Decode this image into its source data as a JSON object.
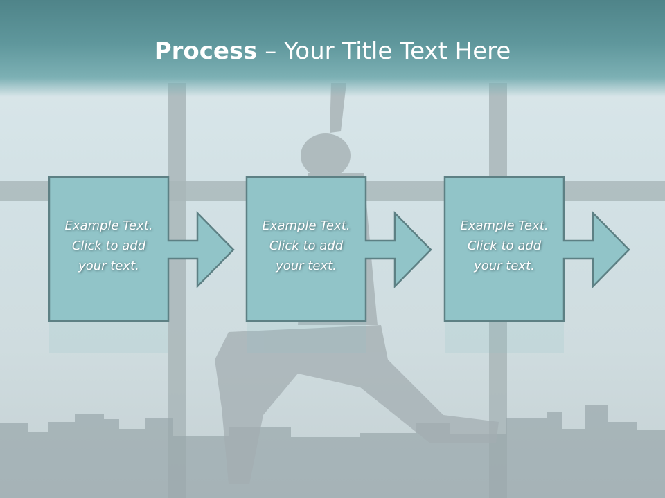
{
  "slide": {
    "title_bold": "Process",
    "title_rest": " – Your Title Text Here"
  },
  "steps": [
    {
      "line1": "Example Text.",
      "line2": "Click  to add",
      "line3": "your text."
    },
    {
      "line1": "Example Text.",
      "line2": "Click  to add",
      "line3": "your text."
    },
    {
      "line1": "Example Text.",
      "line2": "Click  to add",
      "line3": "your text."
    }
  ],
  "colors": {
    "title_band": "#5f979c",
    "box_fill": "#91c4c8",
    "box_border": "#5d8084",
    "text": "#ffffff"
  }
}
